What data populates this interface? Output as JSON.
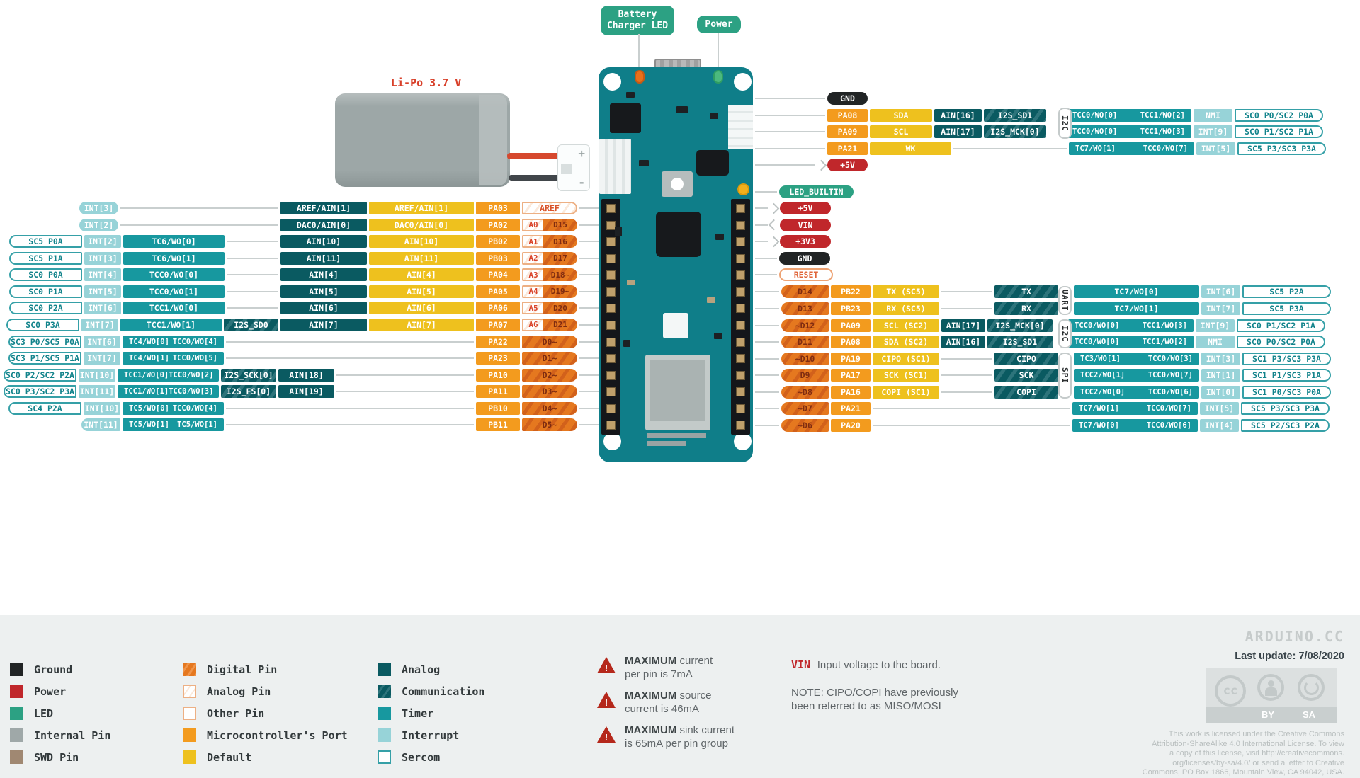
{
  "labels": {
    "battery_led_line1": "Battery",
    "battery_led_line2": "Charger LED",
    "power": "Power",
    "lipo": "Li-Po 3.7 V",
    "battery_plus": "+",
    "battery_minus": "-"
  },
  "colors": {
    "board_teal": "#0f7e89",
    "port_orange": "#f39b1e",
    "default_yellow": "#eec11e",
    "analog_dark": "#0a5a61",
    "timer_teal": "#17989f",
    "interrupt_light": "#97d3d8",
    "sercom_border": "#35a0a7",
    "power_red": "#c0272b",
    "led_green": "#2ca183",
    "ground_black": "#212425",
    "internal_gray": "#9fa8a8",
    "swd_brown": "#a08872",
    "line_gray": "#c9cfcf"
  },
  "tabs": [
    "I2C",
    "UART",
    "I2C",
    "SPI"
  ],
  "left_rows": [
    [
      {
        "t": "INT[3]",
        "c": "int rb",
        "w": 55
      },
      {
        "line": 223
      },
      {
        "t": "AREF/AIN[1]",
        "c": "ana",
        "w": 122
      },
      {
        "t": "AREF/AIN[1]",
        "c": "def",
        "w": 148
      },
      {
        "t": "PA03",
        "c": "port",
        "w": 62
      },
      {
        "t": "AREF",
        "c": "other",
        "w": 78
      },
      {
        "line": 27
      }
    ],
    [
      {
        "t": "INT[2]",
        "c": "int rb",
        "w": 55
      },
      {
        "line": 223
      },
      {
        "t": "DAC0/AIN[0]",
        "c": "ana",
        "w": 122
      },
      {
        "t": "DAC0/AIN[0]",
        "c": "def",
        "w": 148
      },
      {
        "t": "PA02",
        "c": "port",
        "w": 62
      },
      {
        "ad": [
          "A0",
          "D15"
        ],
        "w": 78
      },
      {
        "line": 27
      }
    ],
    [
      {
        "t": "SC5 P0A",
        "c": "ser sl",
        "w": 103
      },
      {
        "t": "INT[2]",
        "c": "int",
        "w": 52
      },
      {
        "t": "TC6/WO[0]",
        "c": "tim",
        "w": 143
      },
      {
        "line": 73
      },
      {
        "t": "AIN[10]",
        "c": "ana",
        "w": 122
      },
      {
        "t": "AIN[10]",
        "c": "def",
        "w": 148
      },
      {
        "t": "PB02",
        "c": "port",
        "w": 62
      },
      {
        "ad": [
          "A1",
          "D16"
        ],
        "w": 78
      },
      {
        "line": 27
      }
    ],
    [
      {
        "t": "SC5 P1A",
        "c": "ser sl",
        "w": 103
      },
      {
        "t": "INT[3]",
        "c": "int",
        "w": 52
      },
      {
        "t": "TC6/WO[1]",
        "c": "tim",
        "w": 143
      },
      {
        "line": 73
      },
      {
        "t": "AIN[11]",
        "c": "ana",
        "w": 122
      },
      {
        "t": "AIN[11]",
        "c": "def",
        "w": 148
      },
      {
        "t": "PB03",
        "c": "port",
        "w": 62
      },
      {
        "ad": [
          "A2",
          "D17"
        ],
        "w": 78
      },
      {
        "line": 27
      }
    ],
    [
      {
        "t": "SC0 P0A",
        "c": "ser sl",
        "w": 103
      },
      {
        "t": "INT[4]",
        "c": "int",
        "w": 52
      },
      {
        "t": "TCC0/WO[0]",
        "c": "tim",
        "w": 143
      },
      {
        "line": 73
      },
      {
        "t": "AIN[4]",
        "c": "ana",
        "w": 122
      },
      {
        "t": "AIN[4]",
        "c": "def",
        "w": 148
      },
      {
        "t": "PA04",
        "c": "port",
        "w": 62
      },
      {
        "ad": [
          "A3",
          "D18~"
        ],
        "w": 78
      },
      {
        "line": 27
      }
    ],
    [
      {
        "t": "SC0 P1A",
        "c": "ser sl",
        "w": 103
      },
      {
        "t": "INT[5]",
        "c": "int",
        "w": 52
      },
      {
        "t": "TCC0/WO[1]",
        "c": "tim",
        "w": 143
      },
      {
        "line": 73
      },
      {
        "t": "AIN[5]",
        "c": "ana",
        "w": 122
      },
      {
        "t": "AIN[5]",
        "c": "def",
        "w": 148
      },
      {
        "t": "PA05",
        "c": "port",
        "w": 62
      },
      {
        "ad": [
          "A4",
          "D19~"
        ],
        "w": 78
      },
      {
        "line": 27
      }
    ],
    [
      {
        "t": "SC0 P2A",
        "c": "ser sl",
        "w": 103
      },
      {
        "t": "INT[6]",
        "c": "int",
        "w": 52
      },
      {
        "t": "TCC1/WO[0]",
        "c": "tim",
        "w": 143
      },
      {
        "line": 73
      },
      {
        "t": "AIN[6]",
        "c": "ana",
        "w": 122
      },
      {
        "t": "AIN[6]",
        "c": "def",
        "w": 148
      },
      {
        "t": "PA06",
        "c": "port",
        "w": 62
      },
      {
        "ad": [
          "A5",
          "D20"
        ],
        "w": 78
      },
      {
        "line": 27
      }
    ],
    [
      {
        "t": "SC0 P3A",
        "c": "ser sl",
        "w": 103
      },
      {
        "t": "INT[7]",
        "c": "int",
        "w": 52
      },
      {
        "t": "TCC1/WO[1]",
        "c": "tim",
        "w": 143
      },
      {
        "t": "I2S_SD0",
        "c": "comm",
        "w": 77
      },
      {
        "t": "AIN[7]",
        "c": "ana",
        "w": 122
      },
      {
        "t": "AIN[7]",
        "c": "def",
        "w": 148
      },
      {
        "t": "PA07",
        "c": "port",
        "w": 62
      },
      {
        "ad": [
          "A6",
          "D21"
        ],
        "w": 78
      },
      {
        "line": 27
      }
    ],
    [
      {
        "t": "SC3 P0/SC5 P0A",
        "c": "ser sl",
        "w": 103
      },
      {
        "t": "INT[6]",
        "c": "int",
        "w": 52
      },
      {
        "t": "TC4/WO[0]|TCC0/WO[4]",
        "c": "tim",
        "w": 143
      },
      {
        "line": 350
      },
      {
        "t": "PA22",
        "c": "port",
        "w": 62
      },
      {
        "t": "D0~",
        "c": "dstr rr",
        "w": 78
      },
      {
        "line": 27
      }
    ],
    [
      {
        "t": "SC3 P1/SC5 P1A",
        "c": "ser sl",
        "w": 103
      },
      {
        "t": "INT[7]",
        "c": "int",
        "w": 52
      },
      {
        "t": "TC4/WO[1]|TCC0/WO[5]",
        "c": "tim",
        "w": 143
      },
      {
        "line": 350
      },
      {
        "t": "PA23",
        "c": "port",
        "w": 62
      },
      {
        "t": "D1~",
        "c": "dstr rr",
        "w": 78
      },
      {
        "line": 27
      }
    ],
    [
      {
        "t": "SC0 P2/SC2 P2A",
        "c": "ser sl",
        "w": 103
      },
      {
        "t": "INT[10]",
        "c": "int",
        "w": 52
      },
      {
        "t": "TCC1/WO[0]|TCC0/WO[2]",
        "c": "tim",
        "w": 143
      },
      {
        "t": "I2S_SCK[0]",
        "c": "comm",
        "w": 78
      },
      {
        "t": "AIN[18]",
        "c": "ana",
        "w": 79
      },
      {
        "line": 194
      },
      {
        "t": "PA10",
        "c": "port",
        "w": 62
      },
      {
        "t": "D2~",
        "c": "dstr rr",
        "w": 78
      },
      {
        "line": 27
      }
    ],
    [
      {
        "t": "SC0 P3/SC2 P3A",
        "c": "ser sl",
        "w": 103
      },
      {
        "t": "INT[11]",
        "c": "int",
        "w": 52
      },
      {
        "t": "TCC1/WO[1]|TCC0/WO[3]",
        "c": "tim",
        "w": 143
      },
      {
        "t": "I2S_FS[0]",
        "c": "comm",
        "w": 78
      },
      {
        "t": "AIN[19]",
        "c": "ana",
        "w": 79
      },
      {
        "line": 194
      },
      {
        "t": "PA11",
        "c": "port",
        "w": 62
      },
      {
        "t": "D3~",
        "c": "dstr rr",
        "w": 78
      },
      {
        "line": 27
      }
    ],
    [
      {
        "t": "SC4 P2A",
        "c": "ser sl",
        "w": 103
      },
      {
        "t": "INT[10]",
        "c": "int",
        "w": 52
      },
      {
        "t": "TC5/WO[0]|TCC0/WO[4]",
        "c": "tim",
        "w": 143
      },
      {
        "line": 350
      },
      {
        "t": "PB10",
        "c": "port",
        "w": 62
      },
      {
        "t": "D4~",
        "c": "dstr rr",
        "w": 78
      },
      {
        "line": 27
      }
    ],
    [
      {
        "t": "INT[11]",
        "c": "int sl",
        "w": 55
      },
      {
        "t": "TC5/WO[1]|TC5/WO[1]",
        "c": "tim",
        "w": 143
      },
      {
        "line": 350
      },
      {
        "t": "PB11",
        "c": "port",
        "w": 62
      },
      {
        "t": "D5~",
        "c": "dstr rr",
        "w": 78
      },
      {
        "line": 27
      }
    ]
  ],
  "top_right_rows": [
    [
      {
        "line": 99
      },
      {
        "t": "GND",
        "c": "gnd",
        "w": 57
      }
    ],
    [
      {
        "line": 99
      },
      {
        "t": "PA08",
        "c": "port",
        "w": 57
      },
      {
        "t": "SDA",
        "c": "def",
        "w": 88
      },
      {
        "t": "AIN[16]",
        "c": "ana",
        "w": 67
      },
      {
        "t": "I2S_SD1",
        "c": "comm",
        "w": 88
      },
      {
        "sp": 22
      },
      {
        "t": "TCC0/WO[0]|TCC1/WO[2]",
        "c": "tim",
        "w": 177
      },
      {
        "t": "NMI",
        "c": "int",
        "w": 55
      },
      {
        "t": "SC0 P0/SC2 P0A",
        "c": "ser sr",
        "w": 125
      }
    ],
    [
      {
        "line": 99
      },
      {
        "t": "PA09",
        "c": "port",
        "w": 57
      },
      {
        "t": "SCL",
        "c": "def",
        "w": 88
      },
      {
        "t": "AIN[17]",
        "c": "ana",
        "w": 67
      },
      {
        "t": "I2S_MCK[0]",
        "c": "comm",
        "w": 88
      },
      {
        "sp": 22
      },
      {
        "t": "TCC0/WO[0]|TCC1/WO[3]",
        "c": "tim",
        "w": 177
      },
      {
        "t": "INT[9]",
        "c": "int",
        "w": 55
      },
      {
        "t": "SC0 P1/SC2 P1A",
        "c": "ser sr",
        "w": 125
      }
    ],
    [
      {
        "line": 99
      },
      {
        "t": "PA21",
        "c": "port",
        "w": 57
      },
      {
        "t": "WK",
        "c": "def",
        "w": 115
      },
      {
        "line": 160
      },
      {
        "t": "TC7/WO[1]|TCC0/WO[7]",
        "c": "tim",
        "w": 177
      },
      {
        "t": "INT[5]",
        "c": "int",
        "w": 55
      },
      {
        "t": "SC5 P3/SC3 P3A",
        "c": "ser sr",
        "w": 125
      }
    ],
    [
      {
        "line": 85
      },
      {
        "chv": "r"
      },
      {
        "t": "+5V",
        "c": "pow",
        "w": 57
      }
    ]
  ],
  "led_row": [
    {
      "line": 31
    },
    {
      "t": "LED_BUILTIN",
      "c": "led",
      "w": 105
    }
  ],
  "power_rows": [
    [
      {
        "line": 18
      },
      {
        "chv": "r"
      },
      {
        "t": "+5V",
        "c": "pow",
        "w": 72
      }
    ],
    [
      {
        "line": 18
      },
      {
        "chv": "l"
      },
      {
        "t": "VIN",
        "c": "pow",
        "w": 72
      }
    ],
    [
      {
        "line": 18
      },
      {
        "chv": "r"
      },
      {
        "t": "+3V3",
        "c": "pow",
        "w": 72
      }
    ],
    [
      {
        "line": 31
      },
      {
        "t": "GND",
        "c": "gnd",
        "w": 72
      }
    ],
    [
      {
        "line": 31
      },
      {
        "t": "RESET",
        "c": "rst",
        "w": 76
      }
    ]
  ],
  "right_rows": [
    [
      {
        "line": 34
      },
      {
        "t": "D14",
        "c": "dstr sl",
        "w": 67
      },
      {
        "t": "PB22",
        "c": "port",
        "w": 56
      },
      {
        "t": "TX (SC5)",
        "c": "def",
        "w": 94
      },
      {
        "line": 72
      },
      {
        "t": "TX",
        "c": "comm",
        "w": 90
      },
      {
        "sp": 16
      },
      {
        "t": "TC7/WO[0]",
        "c": "tim",
        "w": 177
      },
      {
        "t": "INT[6]",
        "c": "int",
        "w": 55
      },
      {
        "t": "SC5 P2A",
        "c": "ser sr",
        "w": 125
      }
    ],
    [
      {
        "line": 34
      },
      {
        "t": "D13",
        "c": "dstr sl",
        "w": 67
      },
      {
        "t": "PB23",
        "c": "port",
        "w": 56
      },
      {
        "t": "RX (SC5)",
        "c": "def",
        "w": 94
      },
      {
        "line": 72
      },
      {
        "t": "RX",
        "c": "comm",
        "w": 90
      },
      {
        "sp": 16
      },
      {
        "t": "TC7/WO[1]",
        "c": "tim",
        "w": 177
      },
      {
        "t": "INT[7]",
        "c": "int",
        "w": 55
      },
      {
        "t": "SC5 P3A",
        "c": "ser sr",
        "w": 125
      }
    ],
    [
      {
        "line": 34
      },
      {
        "t": "~D12",
        "c": "dstr sl",
        "w": 67
      },
      {
        "t": "PA09",
        "c": "port",
        "w": 56
      },
      {
        "t": "SCL (SC2)",
        "c": "def",
        "w": 94
      },
      {
        "t": "AIN[17]",
        "c": "ana",
        "w": 62
      },
      {
        "t": "I2S_MCK[0]",
        "c": "comm",
        "w": 92
      },
      {
        "sp": 16
      },
      {
        "t": "TCC0/WO[0]|TCC1/WO[3]",
        "c": "tim",
        "w": 177
      },
      {
        "t": "INT[9]",
        "c": "int",
        "w": 55
      },
      {
        "t": "SC0 P1/SC2 P1A",
        "c": "ser sr",
        "w": 125
      }
    ],
    [
      {
        "line": 34
      },
      {
        "t": "D11",
        "c": "dstr sl",
        "w": 67
      },
      {
        "t": "PA08",
        "c": "port",
        "w": 56
      },
      {
        "t": "SDA (SC2)",
        "c": "def",
        "w": 94
      },
      {
        "t": "AIN[16]",
        "c": "ana",
        "w": 62
      },
      {
        "t": "I2S_SD1",
        "c": "comm",
        "w": 92
      },
      {
        "sp": 16
      },
      {
        "t": "TCC0/WO[0]|TCC1/WO[2]",
        "c": "tim",
        "w": 177
      },
      {
        "t": "NMI",
        "c": "int",
        "w": 55
      },
      {
        "t": "SC0 P0/SC2 P0A",
        "c": "ser sr",
        "w": 125
      }
    ],
    [
      {
        "line": 34
      },
      {
        "t": "~D10",
        "c": "dstr sl",
        "w": 67
      },
      {
        "t": "PA19",
        "c": "port",
        "w": 56
      },
      {
        "t": "CIPO (SC1)",
        "c": "def",
        "w": 94
      },
      {
        "line": 72
      },
      {
        "t": "CIPO",
        "c": "comm",
        "w": 90
      },
      {
        "sp": 16
      },
      {
        "t": "TC3/WO[1]|TCC0/WO[3]",
        "c": "tim",
        "w": 177
      },
      {
        "t": "INT[3]",
        "c": "int",
        "w": 55
      },
      {
        "t": "SC1 P3/SC3 P3A",
        "c": "ser sr",
        "w": 125
      }
    ],
    [
      {
        "line": 34
      },
      {
        "t": "D9",
        "c": "dstr sl",
        "w": 67
      },
      {
        "t": "PA17",
        "c": "port",
        "w": 56
      },
      {
        "t": "SCK (SC1)",
        "c": "def",
        "w": 94
      },
      {
        "line": 72
      },
      {
        "t": "SCK",
        "c": "comm",
        "w": 90
      },
      {
        "sp": 16
      },
      {
        "t": "TCC2/WO[1]|TCC0/WO[7]",
        "c": "tim",
        "w": 177
      },
      {
        "t": "INT[1]",
        "c": "int",
        "w": 55
      },
      {
        "t": "SC1 P1/SC3 P1A",
        "c": "ser sr",
        "w": 125
      }
    ],
    [
      {
        "line": 34
      },
      {
        "t": "~D8",
        "c": "dstr sl",
        "w": 67
      },
      {
        "t": "PA16",
        "c": "port",
        "w": 56
      },
      {
        "t": "COPI (SC1)",
        "c": "def",
        "w": 94
      },
      {
        "line": 72
      },
      {
        "t": "COPI",
        "c": "comm",
        "w": 90
      },
      {
        "sp": 16
      },
      {
        "t": "TCC2/WO[0]|TCC0/WO[6]",
        "c": "tim",
        "w": 177
      },
      {
        "t": "INT[0]",
        "c": "int",
        "w": 55
      },
      {
        "t": "SC1 P0/SC3 P0A",
        "c": "ser sr",
        "w": 125
      }
    ],
    [
      {
        "line": 34
      },
      {
        "t": "~D7",
        "c": "dstr sl",
        "w": 67
      },
      {
        "t": "PA21",
        "c": "port",
        "w": 56
      },
      {
        "line": 279
      },
      {
        "t": "TC7/WO[1]|TCC0/WO[7]",
        "c": "tim",
        "w": 177
      },
      {
        "t": "INT[5]",
        "c": "int",
        "w": 55
      },
      {
        "t": "SC5 P3/SC3 P3A",
        "c": "ser sr",
        "w": 125
      }
    ],
    [
      {
        "line": 34
      },
      {
        "t": "~D6",
        "c": "dstr sl",
        "w": 67
      },
      {
        "t": "PA20",
        "c": "port",
        "w": 56
      },
      {
        "line": 279
      },
      {
        "t": "TC7/WO[0]|TCC0/WO[6]",
        "c": "tim",
        "w": 177
      },
      {
        "t": "INT[4]",
        "c": "int",
        "w": 55
      },
      {
        "t": "SC5 P2/SC3 P2A",
        "c": "ser sr",
        "w": 125
      }
    ]
  ],
  "legend": {
    "columns": [
      [
        {
          "label": "Ground",
          "swatch": "ground"
        },
        {
          "label": "Power",
          "swatch": "power"
        },
        {
          "label": "LED",
          "swatch": "led"
        },
        {
          "label": "Internal Pin",
          "swatch": "internal"
        },
        {
          "label": "SWD Pin",
          "swatch": "swd"
        }
      ],
      [
        {
          "label": "Digital Pin",
          "swatch": "digital"
        },
        {
          "label": "Analog Pin",
          "swatch": "analogpin"
        },
        {
          "label": "Other Pin",
          "swatch": "otherpin"
        },
        {
          "label": "Microcontroller's Port",
          "swatch": "port"
        },
        {
          "label": "Default",
          "swatch": "default"
        }
      ],
      [
        {
          "label": "Analog",
          "swatch": "analog"
        },
        {
          "label": "Communication",
          "swatch": "comm"
        },
        {
          "label": "Timer",
          "swatch": "timer"
        },
        {
          "label": "Interrupt",
          "swatch": "interrupt"
        },
        {
          "label": "Sercom",
          "swatch": "sercom"
        }
      ]
    ]
  },
  "warnings": [
    {
      "bold": "MAXIMUM",
      "rest": " current",
      "line2": "per pin is 7mA"
    },
    {
      "bold": "MAXIMUM",
      "rest": " source",
      "line2": "current is 46mA"
    },
    {
      "bold": "MAXIMUM",
      "rest": " sink current",
      "line2": "is 65mA per pin group"
    }
  ],
  "notes": {
    "vin_label": "VIN",
    "vin_text": "Input voltage to the board.",
    "note_line1": "NOTE: CIPO/COPI have previously",
    "note_line2": "been referred to as MISO/MOSI"
  },
  "footer": {
    "brand": "ARDUINO.CC",
    "last_update": "Last update: 7/08/2020",
    "cc": {
      "cc": "cc",
      "by": "BY",
      "sa": "SA"
    },
    "license_lines": [
      "This work is licensed under the Creative Commons",
      "Attribution-ShareAlike 4.0 International License. To view",
      "a copy of this license, visit http://creativecommons.",
      "org/licenses/by-sa/4.0/ or send a letter to Creative",
      "Commons, PO Box 1866, Mountain View, CA 94042, USA."
    ]
  }
}
